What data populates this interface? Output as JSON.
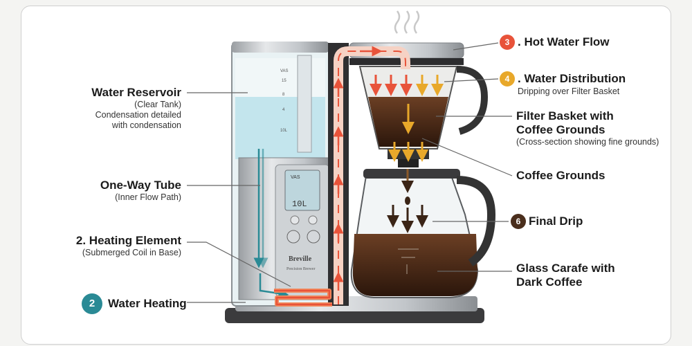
{
  "colors": {
    "hot_water": "#e8533a",
    "distribution": "#e8a82a",
    "heating": "#2a8a95",
    "coffee": "#4a2e1c",
    "tank_water": "#bfe3ec"
  },
  "labels": {
    "reservoir": {
      "title": "Water Reservoir",
      "sub1": "(Clear Tank)",
      "sub2": "Condensation detailed",
      "sub3": "with condensation"
    },
    "tube": {
      "title": "One-Way Tube",
      "sub": "(Inner Flow Path)"
    },
    "heating_element": {
      "title": "2. Heating Element",
      "sub": "(Submerged Coil in Base)"
    },
    "water_heating": {
      "badge": "2",
      "title": "Water Heating"
    },
    "hot_water_flow": {
      "badge": "3",
      "title": ". Hot Water Flow"
    },
    "water_distribution": {
      "badge": "4",
      "title": ". Water Distribution",
      "sub": "Dripping over Filter Basket"
    },
    "filter_basket": {
      "title1": "Filter Basket with",
      "title2": "Coffee Grounds",
      "sub": "(Cross-section showing fine grounds)"
    },
    "coffee_grounds": {
      "title": "Coffee Grounds"
    },
    "final_drip": {
      "badge": "6",
      "title": "Final Drip"
    },
    "carafe": {
      "title1": "Glass Carafe with",
      "title2": "Dark Coffee"
    }
  },
  "machine": {
    "brand": "Breville",
    "model": "Precision Brewer",
    "display_value": "10L",
    "display_top": "VAS",
    "tank_marks": [
      "VAS",
      "15",
      "8",
      "4",
      "10L"
    ]
  }
}
